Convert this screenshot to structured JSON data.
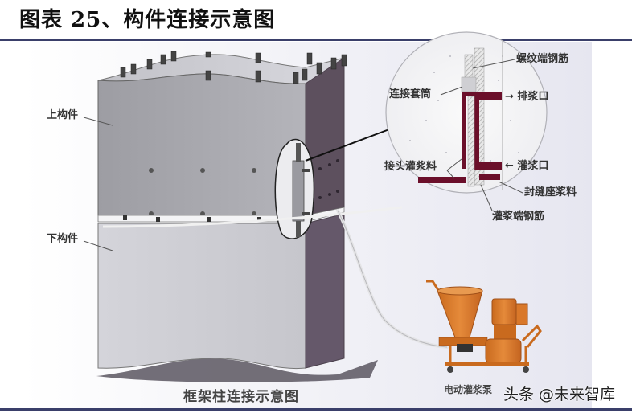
{
  "header": {
    "title": "图表 25、构件连接示意图"
  },
  "diagram": {
    "caption": "框架柱连接示意图",
    "labels": {
      "upper_member": "上构件",
      "lower_member": "下构件"
    },
    "detail_callout": {
      "threaded_rebar": "螺纹端钢筋",
      "coupler_sleeve": "连接套筒",
      "outlet": "→ 排浆口",
      "joint_grout": "接头灌浆料",
      "inlet": "← 灌浆口",
      "seal_mortar": "封缝座浆料",
      "grout_end_rebar": "灌浆端钢筋"
    },
    "pump": {
      "label": "电动灌浆泵"
    },
    "colors": {
      "front_face": "#a9a9ae",
      "side_face": "#5d505e",
      "lower_front": "#c9c9cf",
      "sleeve_red": "#6b0f2a",
      "pump_orange": "#d9782a",
      "rule": "#3a3f6a"
    }
  },
  "watermark": {
    "text": "头条 @未来智库"
  }
}
